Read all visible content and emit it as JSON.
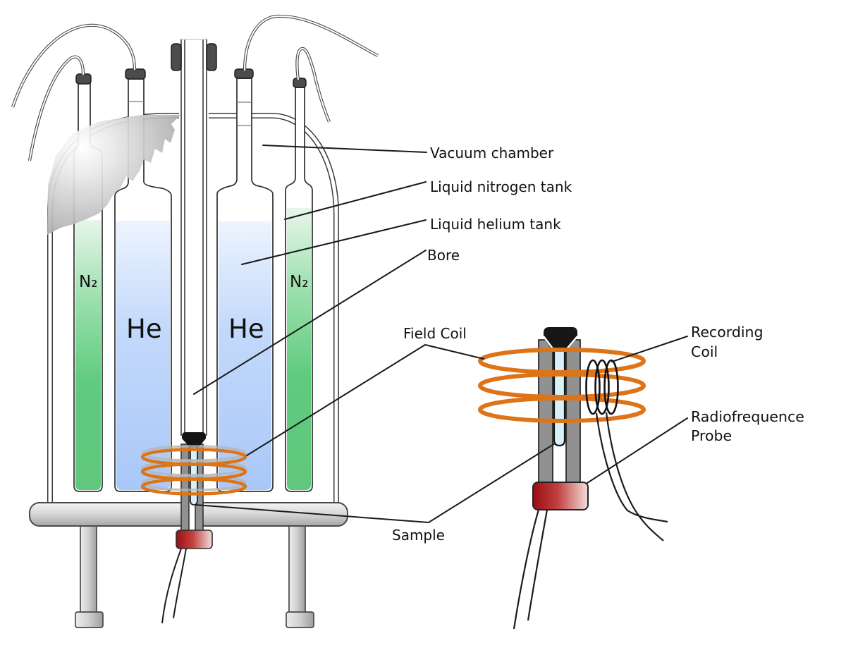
{
  "colors": {
    "coil_orange": "#DD7418",
    "nitrogen_green": "#5FCB7E",
    "helium_blue": "#A9C8F8",
    "probe_red": "#9B0E13"
  },
  "main_view": {
    "callouts": {
      "vacuum_chamber": "Vacuum chamber",
      "liquid_nitrogen_tank": "Liquid nitrogen tank",
      "liquid_helium_tank": "Liquid helium tank",
      "bore": "Bore"
    },
    "tank_labels": {
      "n2_left": "N₂",
      "he_left": "He",
      "he_right": "He",
      "n2_right": "N₂"
    }
  },
  "detail_view": {
    "callouts": {
      "field_coil": "Field Coil",
      "sample": "Sample",
      "recording_coil_line1": "Recording",
      "recording_coil_line2": "Coil",
      "rf_probe_line1": "Radiofrequence",
      "rf_probe_line2": "Probe"
    }
  }
}
